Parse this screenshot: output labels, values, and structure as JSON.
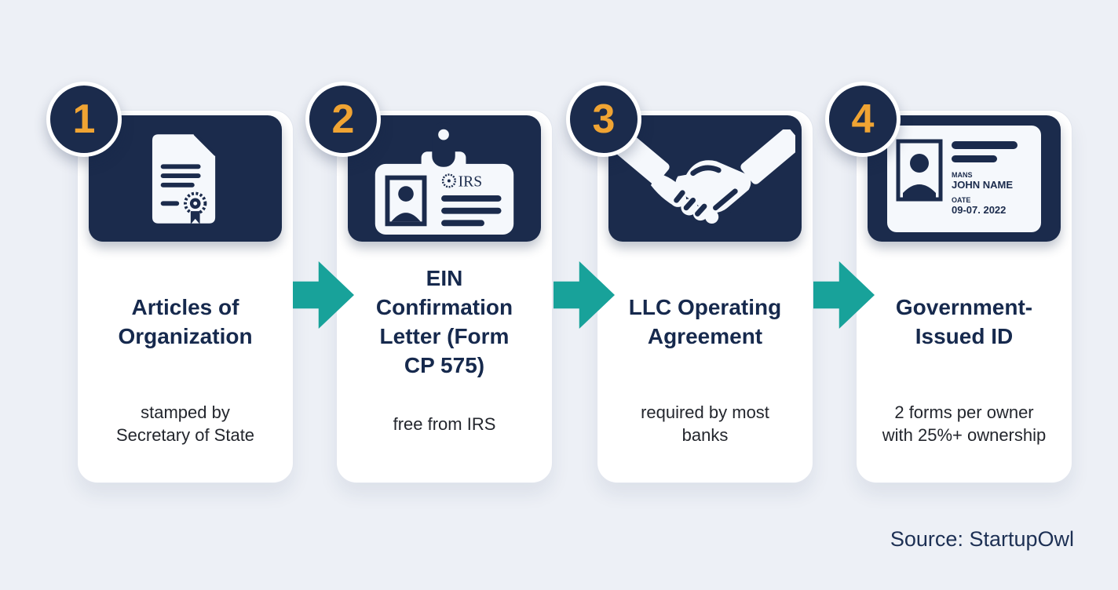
{
  "source_note": "Source: StartupOwl",
  "colors": {
    "background": "#edf0f6",
    "navy": "#1b2b4c",
    "orange": "#f0a433",
    "teal": "#18a29a",
    "card": "#ffffff",
    "title_text": "#16294d",
    "body_text": "#23262d"
  },
  "steps": [
    {
      "number": "1",
      "icon": "certificate-document-icon",
      "title": "Articles of\nOrganization",
      "subtitle": "stamped by\nSecretary of State"
    },
    {
      "number": "2",
      "icon": "irs-id-badge-icon",
      "icon_text": "IRS",
      "title": "EIN\nConfirmation\nLetter (Form\nCP 575)",
      "subtitle": "free from IRS"
    },
    {
      "number": "3",
      "icon": "handshake-icon",
      "title": "LLC Operating\nAgreement",
      "subtitle": "required by most\nbanks"
    },
    {
      "number": "4",
      "icon": "id-card-icon",
      "title": "Government-\nIssued ID",
      "subtitle": "2 forms per owner\nwith 25%+ ownership",
      "id_card_text": {
        "name_label": "MANS",
        "name": "JOHN NAME",
        "date_label": "OATE",
        "date": "09-07. 2022"
      }
    }
  ]
}
